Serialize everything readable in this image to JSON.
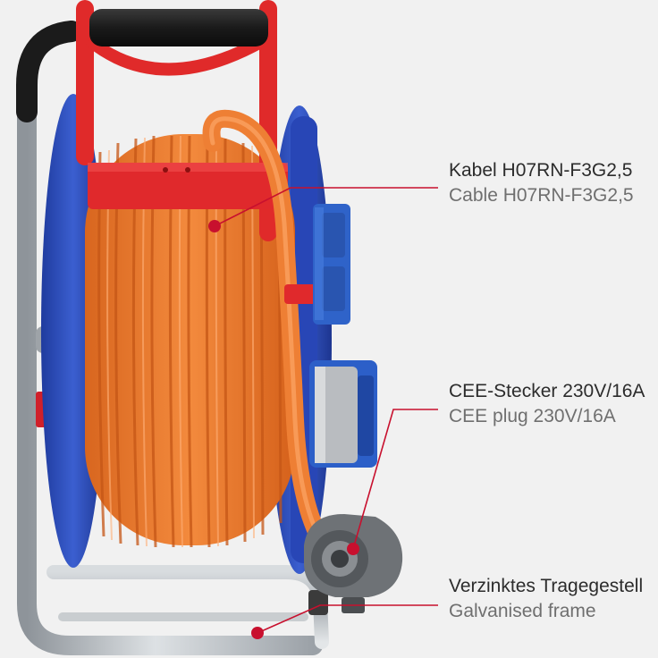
{
  "callouts": {
    "cable": {
      "primary": "Kabel H07RN-F3G2,5",
      "secondary": "Cable H07RN-F3G2,5"
    },
    "plug": {
      "primary": "CEE-Stecker 230V/16A",
      "secondary": "CEE plug 230V/16A"
    },
    "frame": {
      "primary": "Verzinktes Tragegestell",
      "secondary": "Galvanised frame"
    }
  },
  "colors": {
    "background": "#f1f1f1",
    "cable_orange": "#ee7f34",
    "reel_blue": "#2b49b8",
    "frame_red": "#e02a2a",
    "frame_steel": "#b9bec3",
    "callout_red": "#c8102e",
    "socket_grey": "#b7b9bc"
  }
}
